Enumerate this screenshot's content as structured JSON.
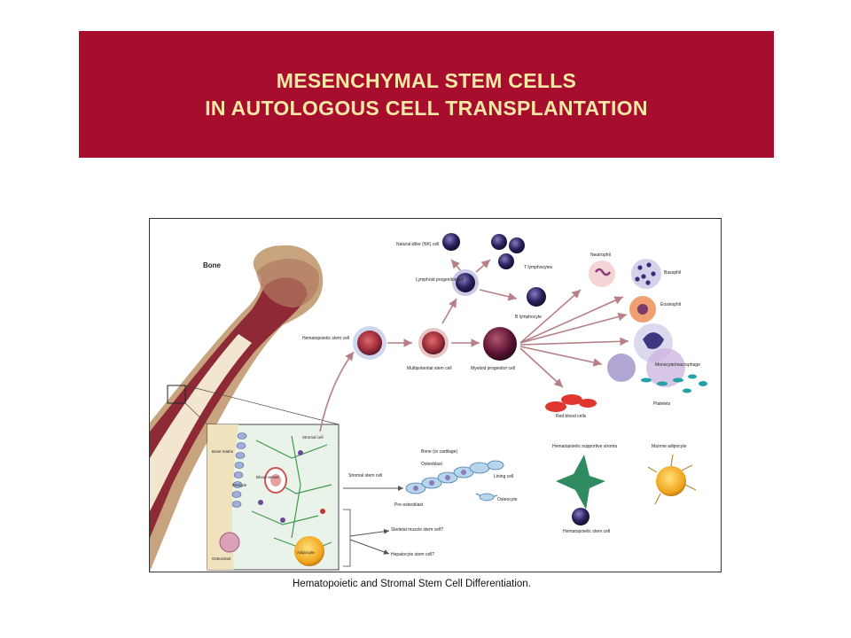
{
  "header": {
    "title_line1": "MESENCHYMAL STEM CELLS",
    "title_line2": "IN AUTOLOGOUS CELL TRANSPLANTATION",
    "bg_color": "#a70d2d",
    "text_color": "#f6e8a6"
  },
  "figure": {
    "labels": {
      "bone": "Bone",
      "nk_cell": "Natural killer (NK) cell",
      "t_lymphocytes": "T lymphocytes",
      "lymphoid_progenitor": "Lymphoid progenitor cell",
      "b_lymphocyte": "B lymphocyte",
      "neutrophil": "Neutrophil",
      "basophil": "Basophil",
      "eosinophil": "Eosinophil",
      "monocyte": "Monocyte/macrophage",
      "platelets": "Platelets",
      "red_blood_cells": "Red blood cells",
      "hematopoietic_stem_cell": "Hematopoietic stem cell",
      "multipotential_stem_cell": "Multipotential stem cell",
      "myeloid_progenitor": "Myeloid progenitor cell",
      "bone_matrix": "Bone matrix",
      "stromal_cell": "Stromal cell",
      "blood_vessel": "Blood vessel",
      "pericyte": "Pericyte",
      "osteoclast": "Osteoclast",
      "adipocyte": "Adipocyte",
      "stromal_stem_cell": "Stromal stem cell",
      "bone_or_cartilage": "Bone (or cartilage)",
      "osteoblast": "Osteoblast",
      "lining_cell": "Lining cell",
      "pre_osteoblast": "Pre-osteoblast",
      "osteocyte": "Osteocyte",
      "hematopoietic_supportive_stroma": "Hematopoietic supportive stroma",
      "marrow_adipocyte": "Marrow adipocyte",
      "hematopoietic_stem_cell_2": "Hematopoietic stem cell",
      "skeletal_muscle_stem_cell": "Skeletal muscle stem cell?",
      "hepatocyte_stem_cell": "Hepatocyte stem cell?"
    },
    "caption": "Hematopoietic and Stromal Stem Cell Differentiation."
  }
}
